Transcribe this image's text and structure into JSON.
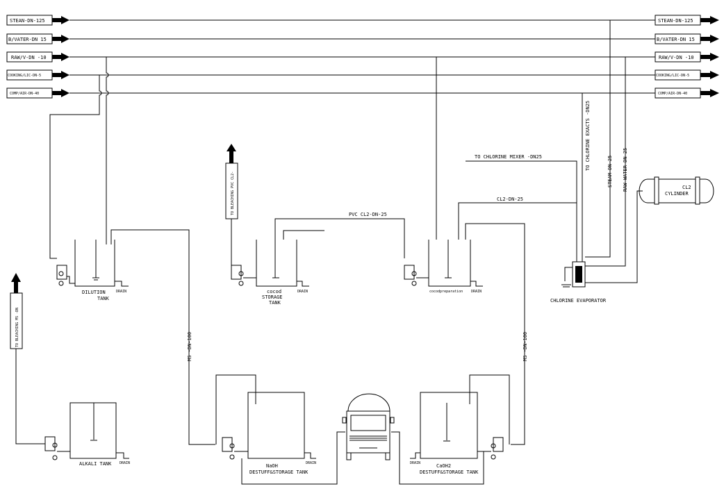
{
  "headers": [
    {
      "label": "STEAN-DN-125"
    },
    {
      "label": "B/VATER-DN 15"
    },
    {
      "label": "RAW/V-DN -10"
    },
    {
      "label": "COOKING/LIC-DN-5"
    },
    {
      "label": "COMP/AIR-DN-40"
    }
  ],
  "headers_right": [
    {
      "label": "STEAN-DN-125"
    },
    {
      "label": "B/VATER-DN 15"
    },
    {
      "label": "RAW/V-DN -10"
    },
    {
      "label": "COOKING/LIC-DN-5"
    },
    {
      "label": "COMP/AIR-DN-40"
    }
  ],
  "tanks": {
    "dilution": {
      "line1": "DILUTION",
      "line2": "TANK",
      "drain": "DRAIN"
    },
    "storage": {
      "line1": "cocod",
      "line2": "STORAGE",
      "line3": "TANK",
      "drain": "DRAIN"
    },
    "preparation": {
      "line1": "cocodpreparation",
      "drain": "DRAIN"
    },
    "alkali": {
      "line1": "ALKALI TANK",
      "drain": "DRAIN"
    },
    "naoh": {
      "line1": "NaOH",
      "line2": "DESTUFF&STORAGE TANK",
      "drain": "DRAIN"
    },
    "caoh": {
      "line1": "CaOH2",
      "line2": "DESTUFF&STORAGE TANK",
      "drain": "DRAIN"
    }
  },
  "pipes": {
    "to_bleaching_pvc": "TO BLEACHING PVC CL2-",
    "to_bleaching_ms": "TO BLEACHING MS -DN",
    "pvc_cl2": "PVC CL2-DN-25",
    "cl2_dn25": "CL2-DN-25",
    "to_chlorine_mixer": "TO CHLORINE MIXER -DN25",
    "to_chlorine_exacts": "TO CHLORINE EXACTS -DN25",
    "steam_dn25": "STEAM-DN-25",
    "raw_water_dn25": "RAW WATER-DN-25",
    "ms_left": "MS -DN-100",
    "ms_right": "MS -DN-100"
  },
  "equipment": {
    "cylinder_line1": "CL2",
    "cylinder_line2": "CYLINDER",
    "evaporator": "CHLORINE EVAPORATOR"
  }
}
